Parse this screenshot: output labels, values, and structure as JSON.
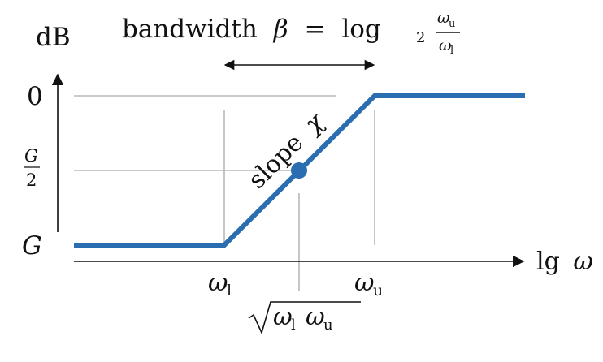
{
  "header": {
    "prefix": "bandwidth",
    "beta": "β",
    "equals": "=",
    "log": "log",
    "base": "2",
    "numerator": "ω",
    "numerator_sub": "u",
    "denominator": "ω",
    "denominator_sub": "l"
  },
  "y_axis": {
    "label": "dB",
    "ticks": {
      "top": "0",
      "mid_numerator": "G",
      "mid_denominator": "2",
      "bottom": "G"
    }
  },
  "x_axis": {
    "label_lg": "lg",
    "label_omega": "ω",
    "lower": {
      "symbol": "ω",
      "sub": "l"
    },
    "upper": {
      "symbol": "ω",
      "sub": "u"
    },
    "geo": {
      "first": "ω",
      "first_sub": "l",
      "second": "ω",
      "second_sub": "u"
    }
  },
  "curve": {
    "label_text": "slope",
    "label_symbol": "χ",
    "color": "#2a6db0"
  },
  "colors": {
    "guide": "#b8b8b8",
    "axis": "#111111",
    "curve": "#2a6db0"
  }
}
